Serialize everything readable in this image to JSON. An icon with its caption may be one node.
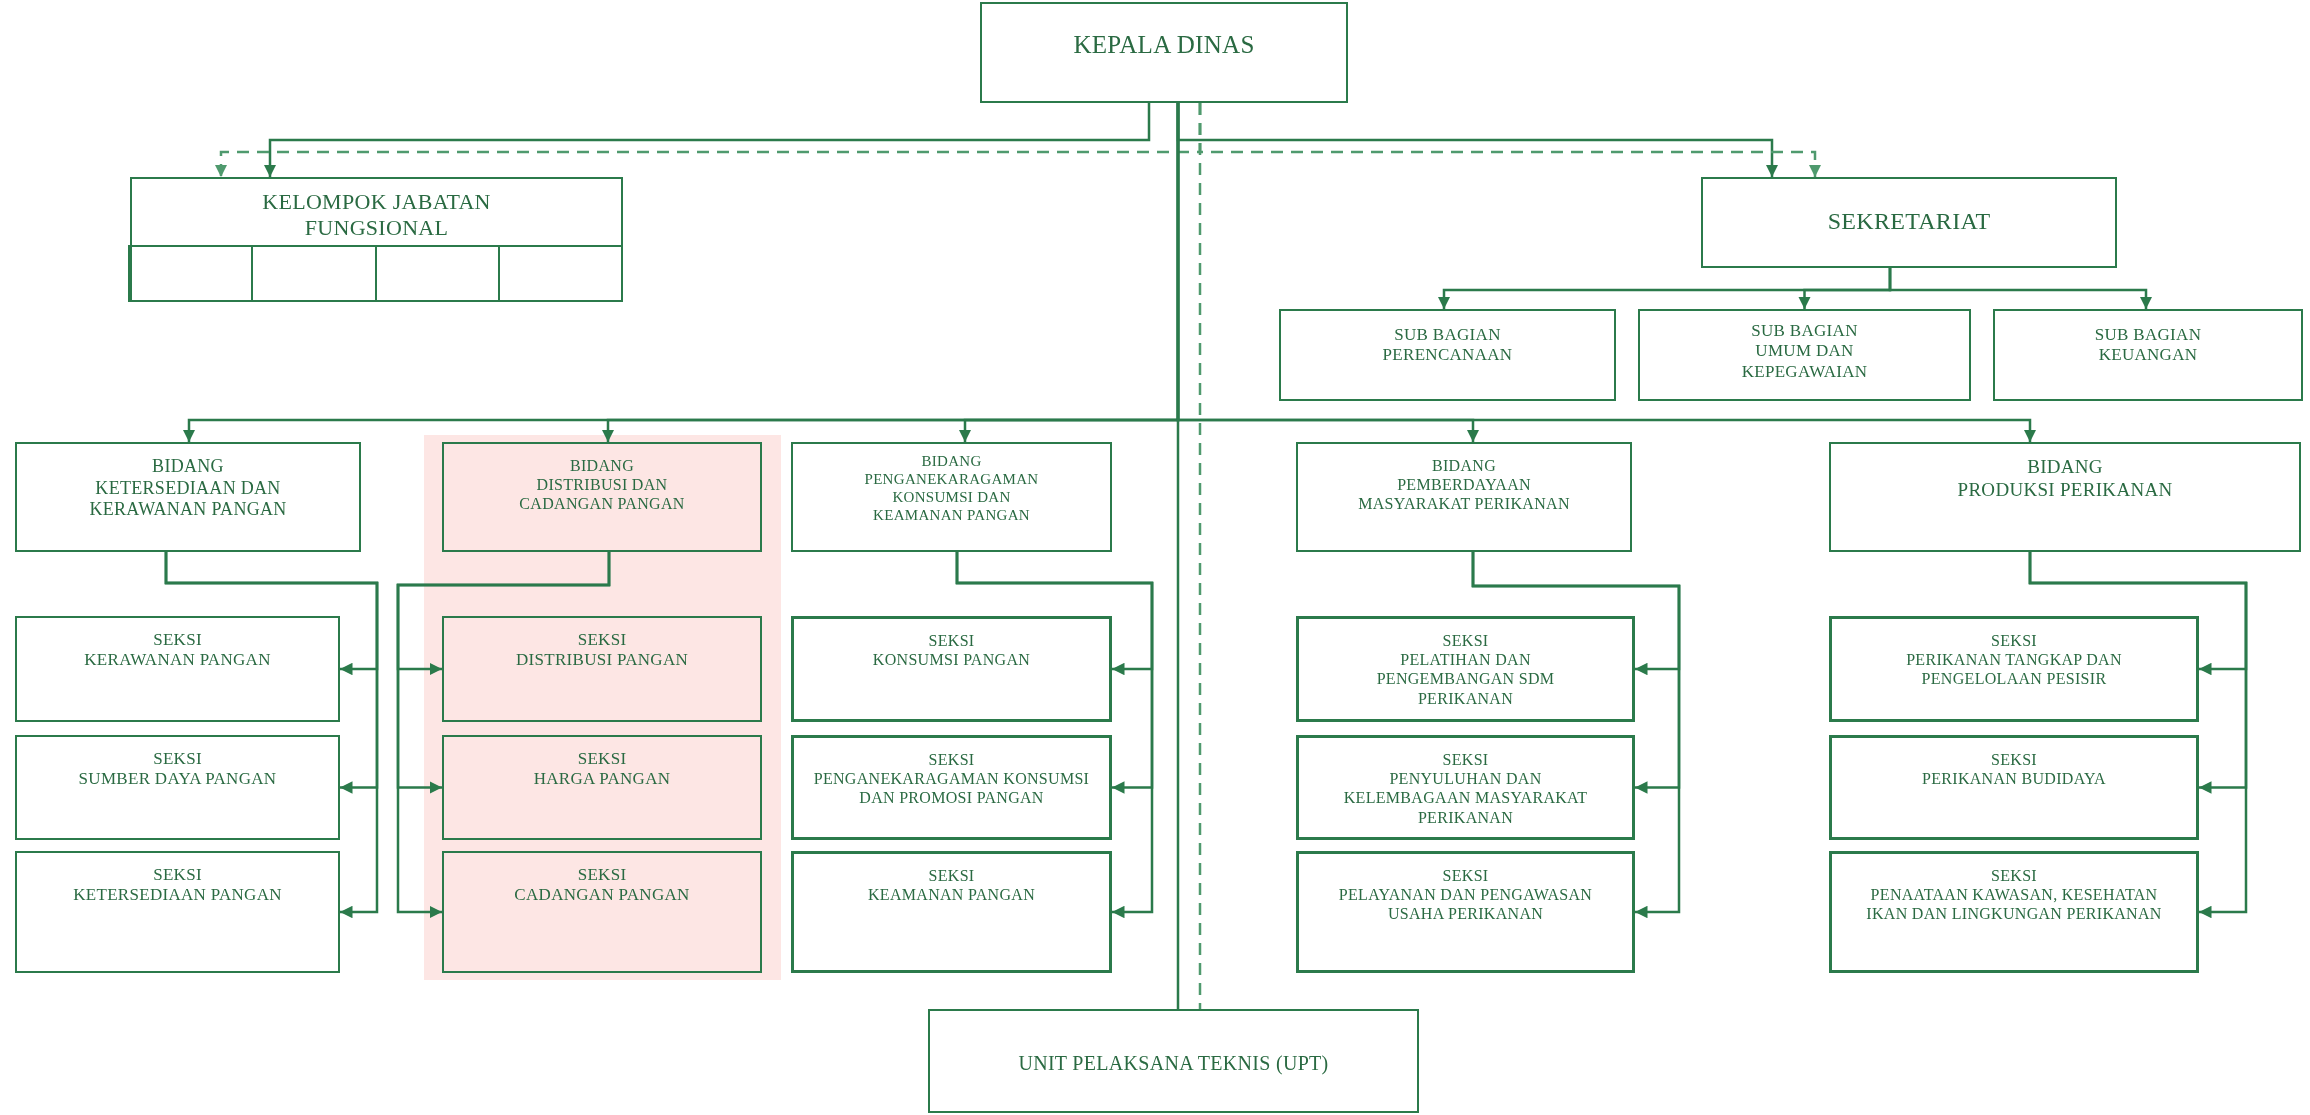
{
  "diagram": {
    "nodes": [
      {
        "text": [
          "KEPALA DINAS"
        ]
      },
      {
        "text": [
          "KELOMPOK JABATAN FUNGSIONAL"
        ]
      },
      {
        "text": [],
        "shape": "box",
        "in": 1
      },
      {
        "text": [],
        "shape": "box",
        "in": 1
      },
      {
        "text": [],
        "shape": "box",
        "in": 1
      },
      {
        "text": [],
        "shape": "box",
        "in": 1
      },
      {
        "text": [
          "SEKRETARIAT"
        ]
      },
      {
        "text": [
          "SUB BAGIAN",
          "PERENCANAAN"
        ]
      },
      {
        "text": [
          "SUB BAGIAN",
          "UMUM DAN KEPEGAWAIAN"
        ]
      },
      {
        "text": [
          "SUB BAGIAN",
          "KEUANGAN"
        ]
      },
      {
        "text": [
          "BIDANG",
          "KETERSEDIAAN DAN KERAWANAN PANGAN"
        ]
      },
      {
        "text": [
          "BIDANG",
          "DISTRIBUSI DAN CADANGAN PANGAN"
        ]
      },
      {
        "text": [
          "BIDANG",
          "PENGANEKARAGAMAN KONSUMSI DAN KEAMANAN PANGAN"
        ]
      },
      {
        "text": [
          "BIDANG",
          "PEMBERDAYAAN MASYARAKAT PERIKANAN"
        ]
      },
      {
        "text": [
          "BIDANG",
          "PRODUKSI PERIKANAN"
        ]
      },
      {
        "text": [
          "SEKSI",
          "KERAWANAN PANGAN"
        ]
      },
      {
        "text": [
          "SEKSI",
          "SUMBER DAYA PANGAN"
        ]
      },
      {
        "text": [
          "SEKSI",
          "KETERSEDIAAN PANGAN"
        ]
      },
      {
        "text": [
          "SEKSI",
          "DISTRIBUSI PANGAN"
        ]
      },
      {
        "text": [
          "SEKSI",
          "HARGA PANGAN"
        ]
      },
      {
        "text": [
          "SEKSI",
          "CADANGAN PANGAN"
        ]
      },
      {
        "text": [
          "SEKSI",
          "KONSUMSI PANGAN"
        ]
      },
      {
        "text": [
          "SEKSI",
          "PENGANEKARAGAMAN KONSUMSI DAN PROMOSI PANGAN"
        ]
      },
      {
        "text": [
          "SEKSI",
          "KEAMANAN PANGAN"
        ]
      },
      {
        "text": [
          "SEKSI",
          "PELATIHAN DAN PENGEMBANGAN SDM PERIKANAN"
        ]
      },
      {
        "text": [
          "SEKSI",
          "PENYULUHAN DAN KELEMBAGAAN MASYARAKAT PERIKANAN"
        ]
      },
      {
        "text": [
          "SEKSI",
          "PELAYANAN DAN PENGAWASAN USAHA PERIKANAN"
        ]
      },
      {
        "text": [
          "SEKSI",
          "PERIKANAN TANGKAP DAN PENGELOLAAN PESISIR"
        ]
      },
      {
        "text": [
          "SEKSI",
          "PERIKANAN BUDIDAYA"
        ]
      },
      {
        "text": [
          "SEKSI",
          "PENAATAAN KAWASAN, KESEHATAN IKAN DAN LINGKUNGAN PERIKANAN"
        ]
      },
      {
        "text": [
          "UNIT PELAKSANA TEKNIS (UPT)"
        ]
      }
    ],
    "edges": [
      {
        "from": 0,
        "to": 1,
        "arrow": "to"
      },
      {
        "from": 0,
        "to": 1,
        "arrow": "to",
        "style": "dashed",
        "color": "#4f9a6e"
      },
      {
        "from": 0,
        "to": 6,
        "arrow": "to"
      },
      {
        "from": 0,
        "to": 6,
        "arrow": "to",
        "style": "dashed",
        "color": "#4f9a6e"
      },
      {
        "from": 6,
        "to": 7,
        "arrow": "to"
      },
      {
        "from": 6,
        "to": 8,
        "arrow": "to"
      },
      {
        "from": 6,
        "to": 9,
        "arrow": "to"
      },
      {
        "from": 0,
        "to": 10,
        "arrow": "to"
      },
      {
        "from": 0,
        "to": 11,
        "arrow": "to"
      },
      {
        "from": 0,
        "to": 12,
        "arrow": "to"
      },
      {
        "from": 0,
        "to": 13,
        "arrow": "to"
      },
      {
        "from": 0,
        "to": 14,
        "arrow": "to"
      },
      {
        "from": 0,
        "to": 30,
        "arrow": "none"
      },
      {
        "from": 0,
        "to": 30,
        "arrow": "none",
        "style": "dashed",
        "color": "#4f9a6e"
      },
      {
        "from": 10,
        "to": 15,
        "arrow": "to"
      },
      {
        "from": 10,
        "to": 16,
        "arrow": "to"
      },
      {
        "from": 10,
        "to": 17,
        "arrow": "to"
      },
      {
        "from": 11,
        "to": 18,
        "arrow": "to"
      },
      {
        "from": 11,
        "to": 19,
        "arrow": "to"
      },
      {
        "from": 11,
        "to": 20,
        "arrow": "to"
      },
      {
        "from": 12,
        "to": 21,
        "arrow": "to"
      },
      {
        "from": 12,
        "to": 22,
        "arrow": "to"
      },
      {
        "from": 12,
        "to": 23,
        "arrow": "to"
      },
      {
        "from": 13,
        "to": 24,
        "arrow": "to"
      },
      {
        "from": 13,
        "to": 25,
        "arrow": "to"
      },
      {
        "from": 13,
        "to": 26,
        "arrow": "to"
      },
      {
        "from": 14,
        "to": 27,
        "arrow": "to"
      },
      {
        "from": 14,
        "to": 28,
        "arrow": "to"
      },
      {
        "from": 14,
        "to": 29,
        "arrow": "to"
      }
    ]
  }
}
